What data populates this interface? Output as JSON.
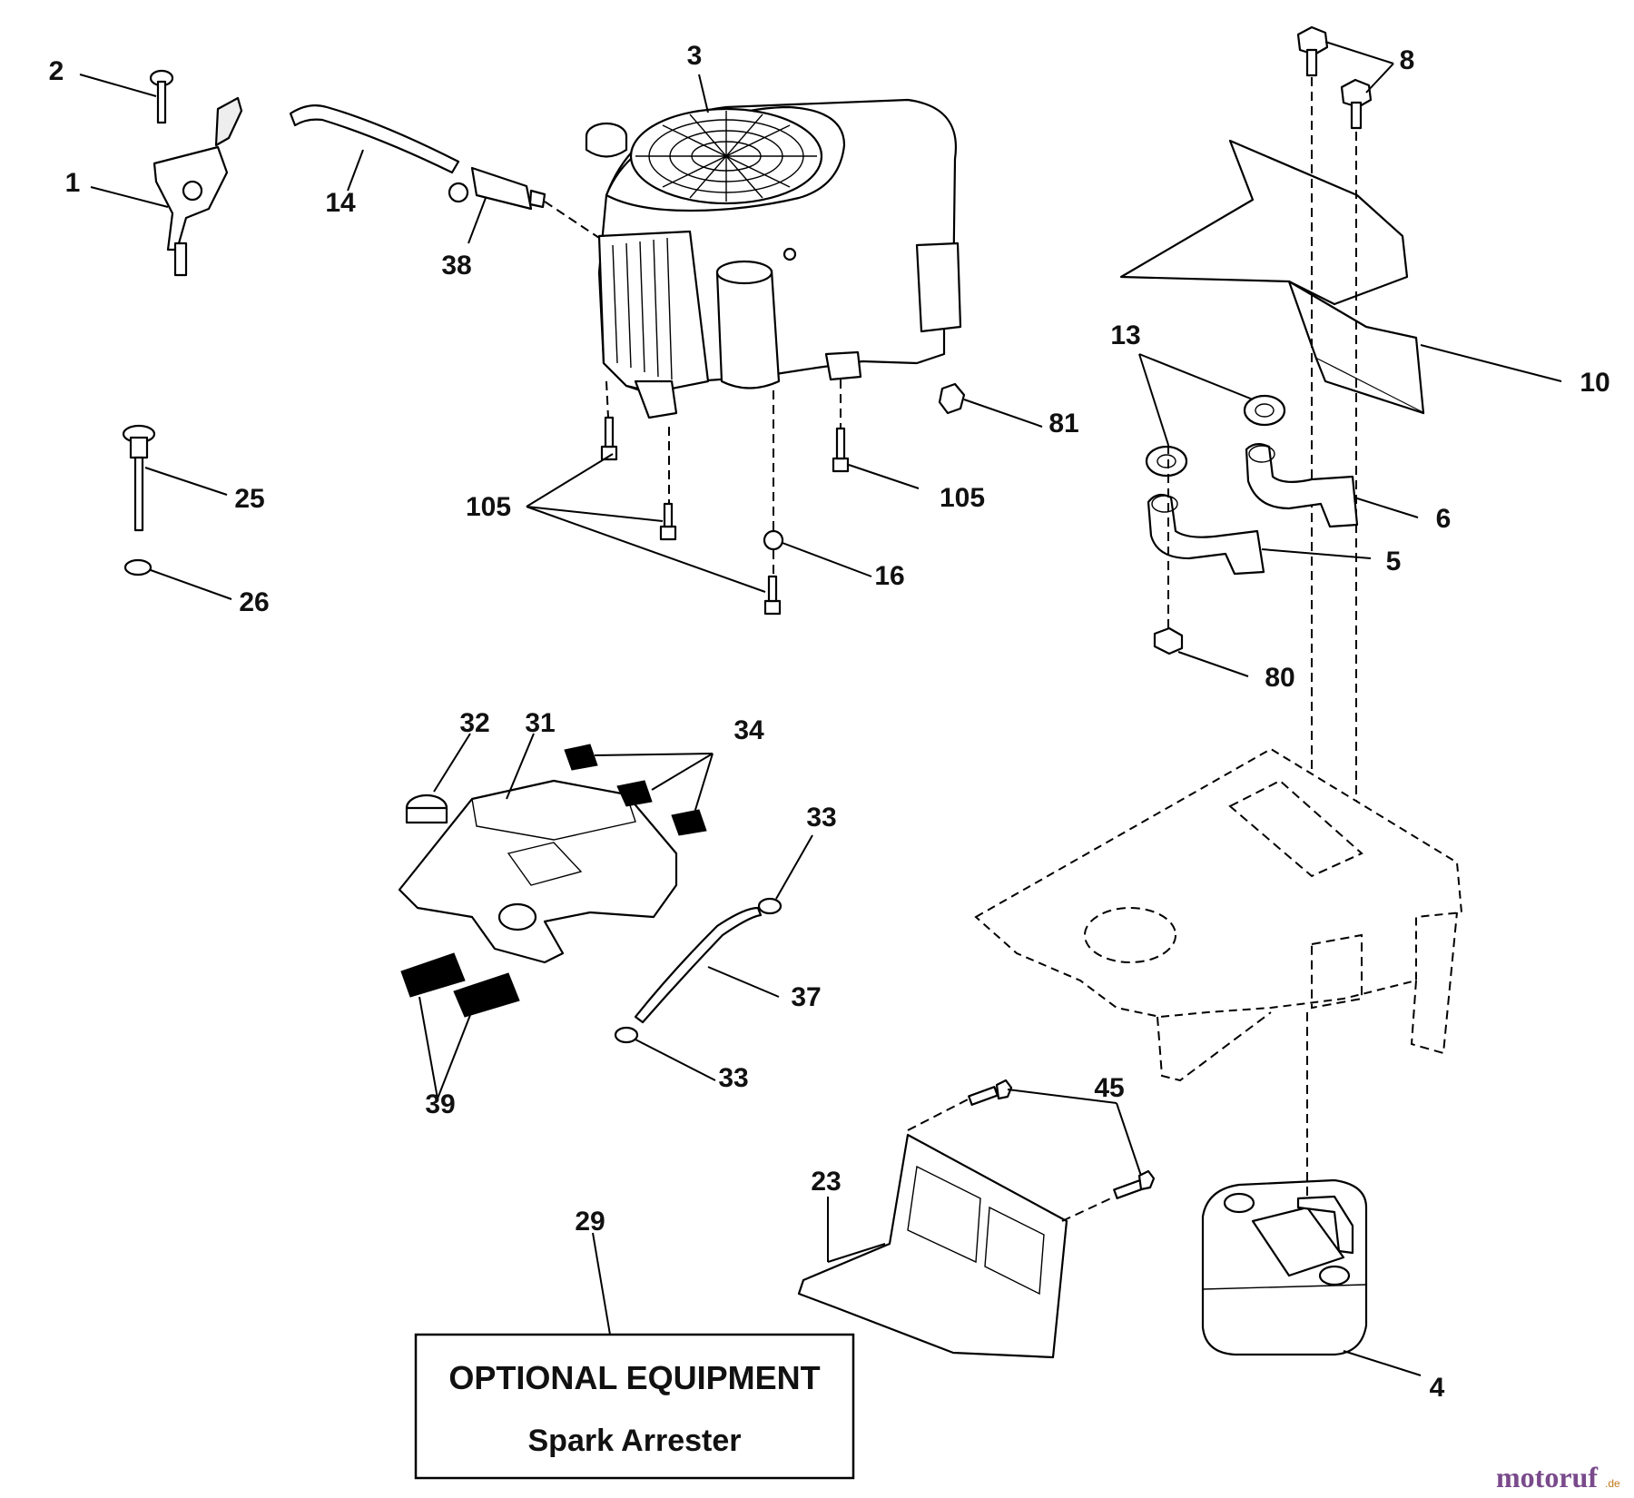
{
  "callouts": [
    {
      "id": "1",
      "label": "1"
    },
    {
      "id": "2",
      "label": "2"
    },
    {
      "id": "3",
      "label": "3"
    },
    {
      "id": "4",
      "label": "4"
    },
    {
      "id": "5",
      "label": "5"
    },
    {
      "id": "6",
      "label": "6"
    },
    {
      "id": "8",
      "label": "8"
    },
    {
      "id": "10",
      "label": "10"
    },
    {
      "id": "13",
      "label": "13"
    },
    {
      "id": "14",
      "label": "14"
    },
    {
      "id": "16",
      "label": "16"
    },
    {
      "id": "23",
      "label": "23"
    },
    {
      "id": "25",
      "label": "25"
    },
    {
      "id": "26",
      "label": "26"
    },
    {
      "id": "29",
      "label": "29"
    },
    {
      "id": "31",
      "label": "31"
    },
    {
      "id": "32",
      "label": "32"
    },
    {
      "id": "33a",
      "label": "33"
    },
    {
      "id": "33b",
      "label": "33"
    },
    {
      "id": "34",
      "label": "34"
    },
    {
      "id": "37",
      "label": "37"
    },
    {
      "id": "38",
      "label": "38"
    },
    {
      "id": "39",
      "label": "39"
    },
    {
      "id": "45",
      "label": "45"
    },
    {
      "id": "80",
      "label": "80"
    },
    {
      "id": "81",
      "label": "81"
    },
    {
      "id": "105a",
      "label": "105"
    },
    {
      "id": "105b",
      "label": "105"
    }
  ],
  "optional_box": {
    "title": "OPTIONAL EQUIPMENT",
    "subtitle": "Spark Arrester"
  },
  "watermark": {
    "brand": "motoruf",
    "suffix": ".de"
  }
}
